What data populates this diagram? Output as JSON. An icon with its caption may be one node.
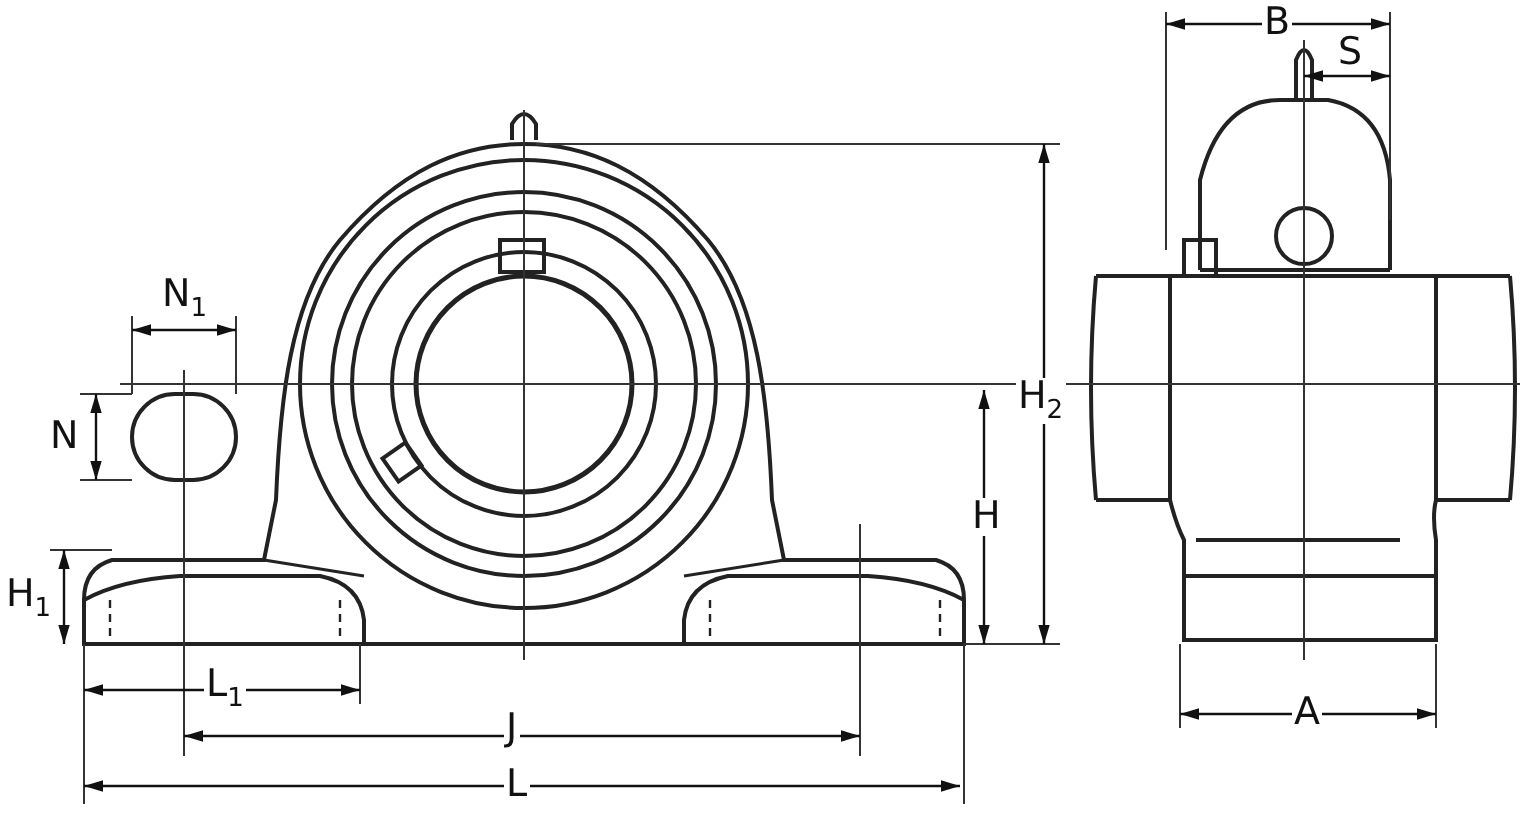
{
  "diagram": {
    "labels": [
      "B",
      "S",
      "N$_{1}$",
      "H$_{2}$",
      "N",
      "H",
      "H$_{1}$",
      "L$_{1}$",
      "A",
      "J",
      "L"
    ]
  }
}
